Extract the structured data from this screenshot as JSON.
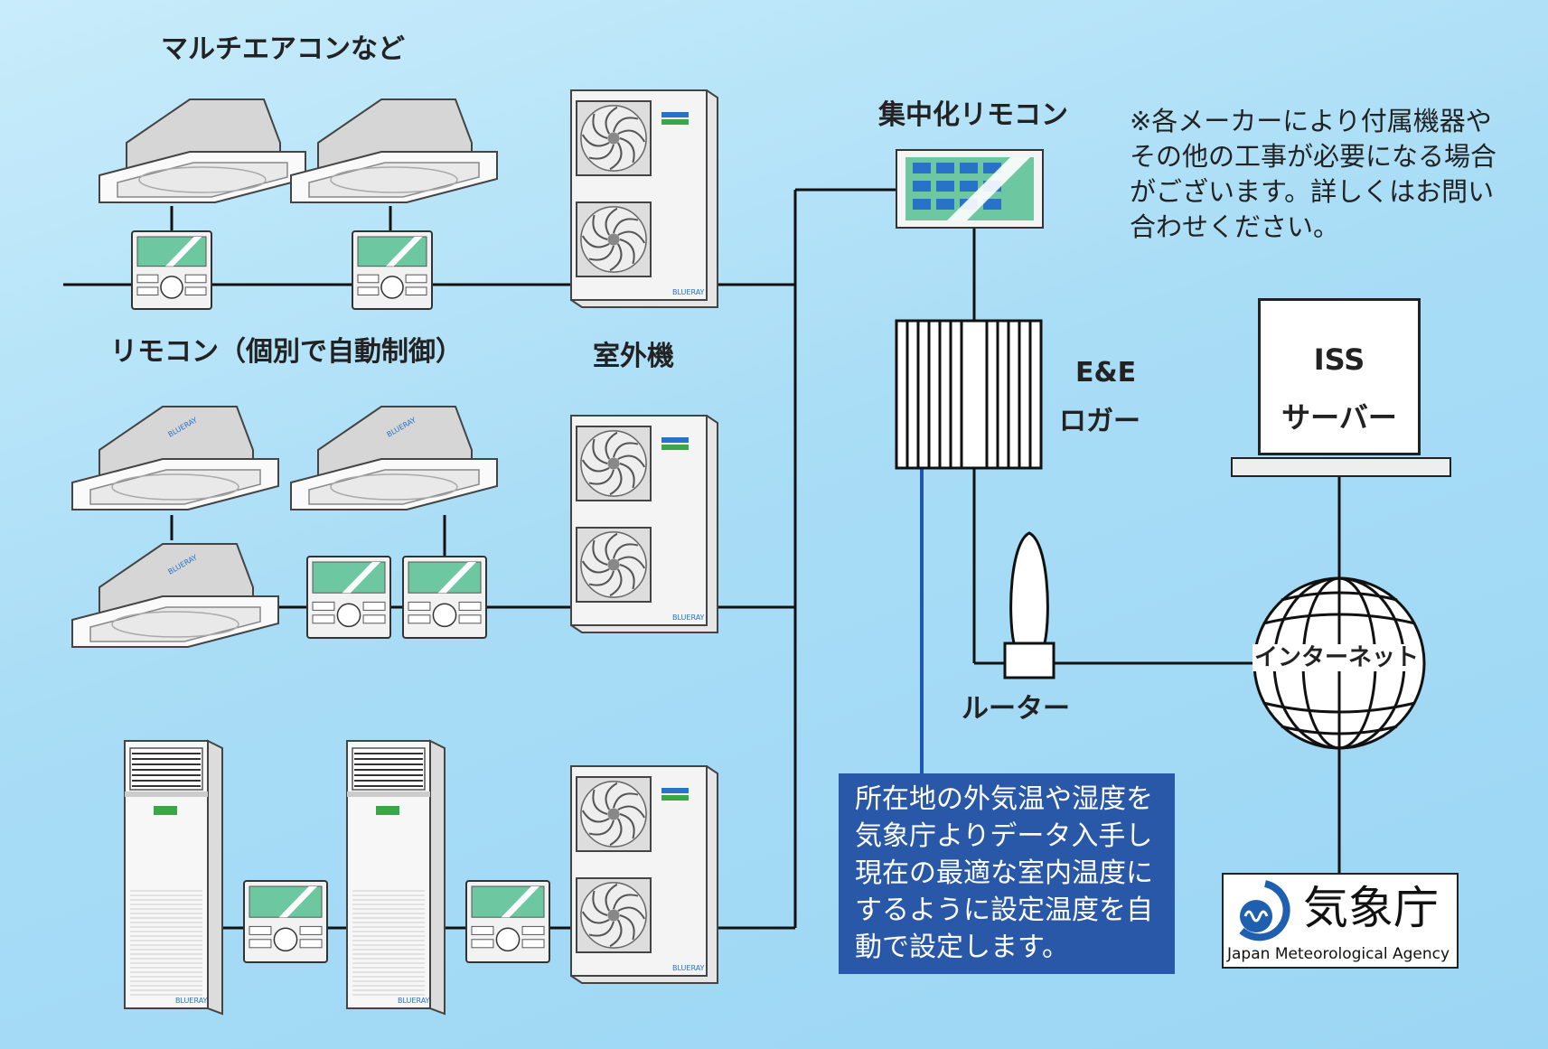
{
  "labels": {
    "multi_aircon": "マルチエアコンなど",
    "remote_individual": "リモコン（個別で自動制御）",
    "outdoor_unit": "室外機",
    "central_remote": "集中化リモコン",
    "ee_logger_line1": "E&E",
    "ee_logger_line2": "ロガー",
    "router": "ルーター",
    "internet": "インターネット",
    "iss_line1": "ISS",
    "iss_line2": "サーバー",
    "brand": "BLUERAY"
  },
  "note": {
    "lines": [
      "※各メーカーにより付属機器や",
      "その他の工事が必要になる場合",
      "がございます。詳しくはお問い",
      "合わせください。"
    ]
  },
  "info_box": {
    "lines": [
      "所在地の外気温や湿度を",
      "気象庁よりデータ入手し",
      "現在の最適な室内温度に",
      "するように設定温度を自",
      "動で設定します。"
    ]
  },
  "jma": {
    "name_ja": "気象庁",
    "name_en": "Japan Meteorological Agency"
  },
  "colors": {
    "blue_box": "#2a58a8",
    "link_blue": "#1e56b0",
    "screen_green": "#6dc7a0",
    "brand_green": "#3aa64a",
    "brand_blue": "#2872c8"
  },
  "icons": [
    "cassette-ac-icon",
    "remote-controller-icon",
    "outdoor-unit-icon",
    "floor-standing-ac-icon",
    "central-remote-icon",
    "logger-icon",
    "router-icon",
    "globe-icon",
    "server-icon",
    "jma-logo-icon"
  ]
}
